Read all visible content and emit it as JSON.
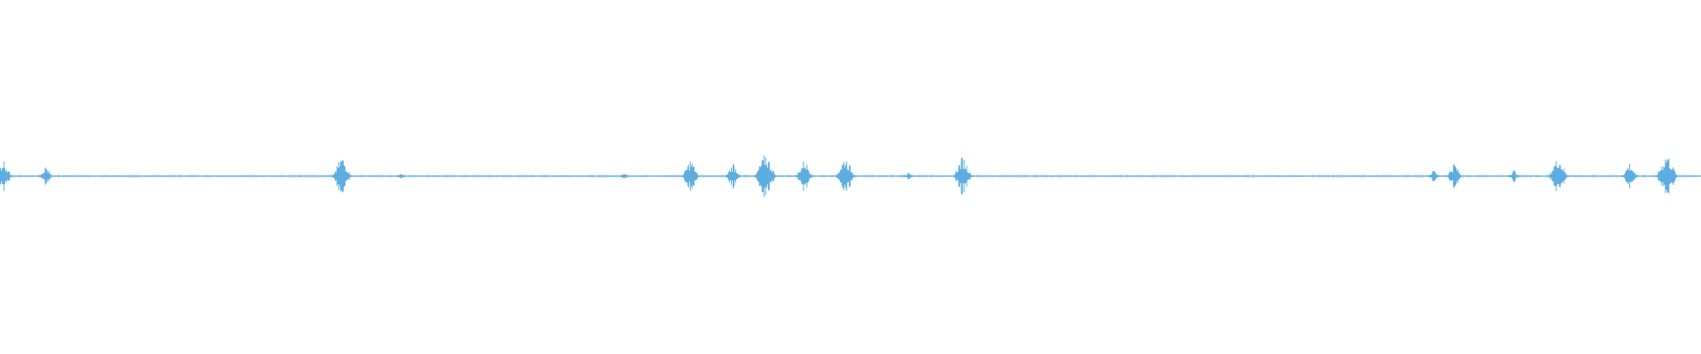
{
  "waveform": {
    "color": "#5DADE2",
    "background": "#FFFFFF",
    "duration_fraction_bursts": [
      {
        "at": 0.002,
        "level": 0.05
      },
      {
        "at": 0.027,
        "level": 0.03
      },
      {
        "at": 0.201,
        "level": 0.06
      },
      {
        "at": 0.236,
        "level": 0.01
      },
      {
        "at": 0.367,
        "level": 0.01
      },
      {
        "at": 0.406,
        "level": 0.05
      },
      {
        "at": 0.431,
        "level": 0.04
      },
      {
        "at": 0.45,
        "level": 0.07
      },
      {
        "at": 0.473,
        "level": 0.05
      },
      {
        "at": 0.497,
        "level": 0.06
      },
      {
        "at": 0.534,
        "level": 0.01
      },
      {
        "at": 0.566,
        "level": 0.06
      },
      {
        "at": 0.843,
        "level": 0.02
      },
      {
        "at": 0.855,
        "level": 0.04
      },
      {
        "at": 0.89,
        "level": 0.02
      },
      {
        "at": 0.916,
        "level": 0.06
      },
      {
        "at": 0.958,
        "level": 0.04
      },
      {
        "at": 0.98,
        "level": 0.07
      }
    ]
  }
}
